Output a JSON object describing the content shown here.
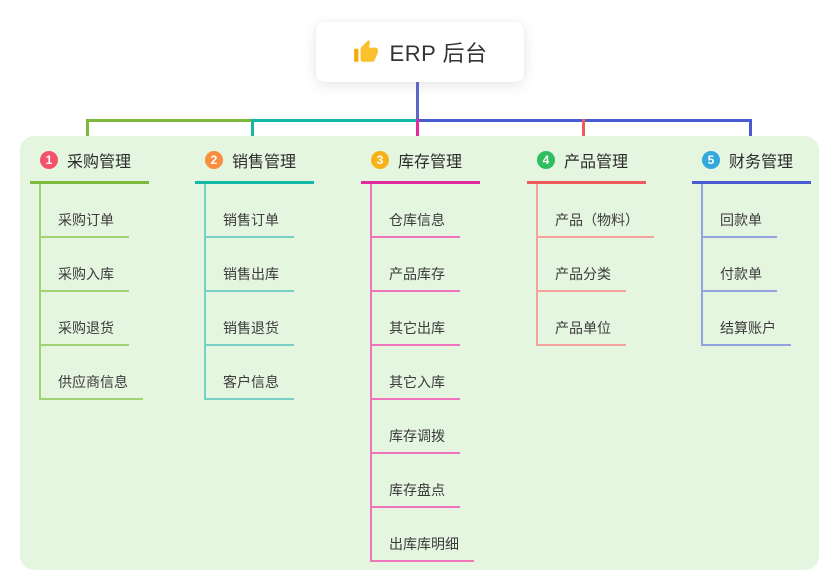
{
  "root": {
    "title": "ERP 后台",
    "icon": "thumbs-up-icon",
    "line_color": "#5a68c8"
  },
  "panel_color": "#e5f6e0",
  "branches": [
    {
      "index": "1",
      "title": "采购管理",
      "badge_color": "#f4516c",
      "line_color": "#7cb93e",
      "sub_line_color": "#a2d276",
      "items": [
        "采购订单",
        "采购入库",
        "采购退货",
        "供应商信息"
      ]
    },
    {
      "index": "2",
      "title": "销售管理",
      "badge_color": "#f98e3f",
      "line_color": "#14b8a6",
      "sub_line_color": "#76d0c6",
      "items": [
        "销售订单",
        "销售出库",
        "销售退货",
        "客户信息"
      ]
    },
    {
      "index": "3",
      "title": "库存管理",
      "badge_color": "#f9b115",
      "line_color": "#e32a9d",
      "sub_line_color": "#ef76ba",
      "items": [
        "仓库信息",
        "产品库存",
        "其它出库",
        "其它入库",
        "库存调拨",
        "库存盘点",
        "出库库明细"
      ]
    },
    {
      "index": "4",
      "title": "产品管理",
      "badge_color": "#2ebd5f",
      "line_color": "#f05a5a",
      "sub_line_color": "#f5a29e",
      "items": [
        "产品（物料）",
        "产品分类",
        "产品单位"
      ]
    },
    {
      "index": "5",
      "title": "财务管理",
      "badge_color": "#31a9dd",
      "line_color": "#4a5ad0",
      "sub_line_color": "#93a3e2",
      "items": [
        "回款单",
        "付款单",
        "结算账户"
      ]
    }
  ]
}
